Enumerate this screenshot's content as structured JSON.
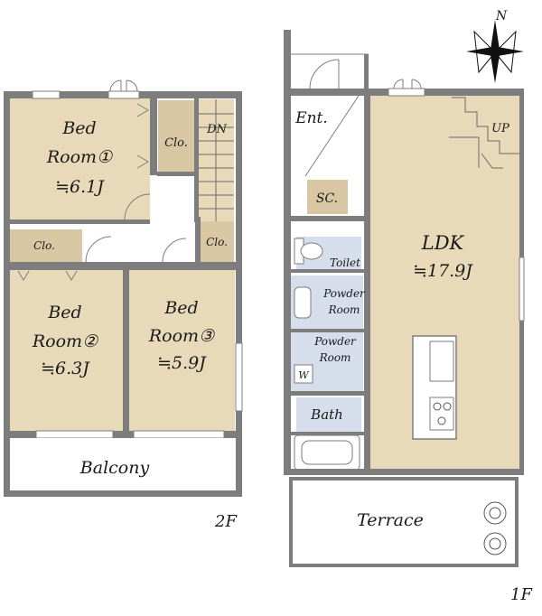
{
  "compass": {
    "north_label": "N"
  },
  "floor2": {
    "floor_label": "2F",
    "bedroom1": {
      "line1": "Bed",
      "line2": "Room①",
      "size": "≒6.1J"
    },
    "bedroom2": {
      "line1": "Bed",
      "line2": "Room②",
      "size": "≒6.3J"
    },
    "bedroom3": {
      "line1": "Bed",
      "line2": "Room③",
      "size": "≒5.9J"
    },
    "closet_a": "Clo.",
    "closet_b": "Clo.",
    "closet_c": "Clo.",
    "stairs": "DN",
    "balcony": "Balcony"
  },
  "floor1": {
    "floor_label": "1F",
    "entrance": "Ent.",
    "storage": "SC.",
    "toilet": "Toilet",
    "powder1": {
      "line1": "Powder",
      "line2": "Room"
    },
    "powder2": {
      "line1": "Powder",
      "line2": "Room"
    },
    "washer": "W",
    "bath": "Bath",
    "ldk": {
      "name": "LDK",
      "size": "≒17.9J"
    },
    "stairs": "UP",
    "terrace": "Terrace"
  },
  "colors": {
    "room_fill": "#e8d9b9",
    "closet_fill": "#d9c7a4",
    "wet_fill": "#d6deeb",
    "wall": "#7d7d7d"
  }
}
